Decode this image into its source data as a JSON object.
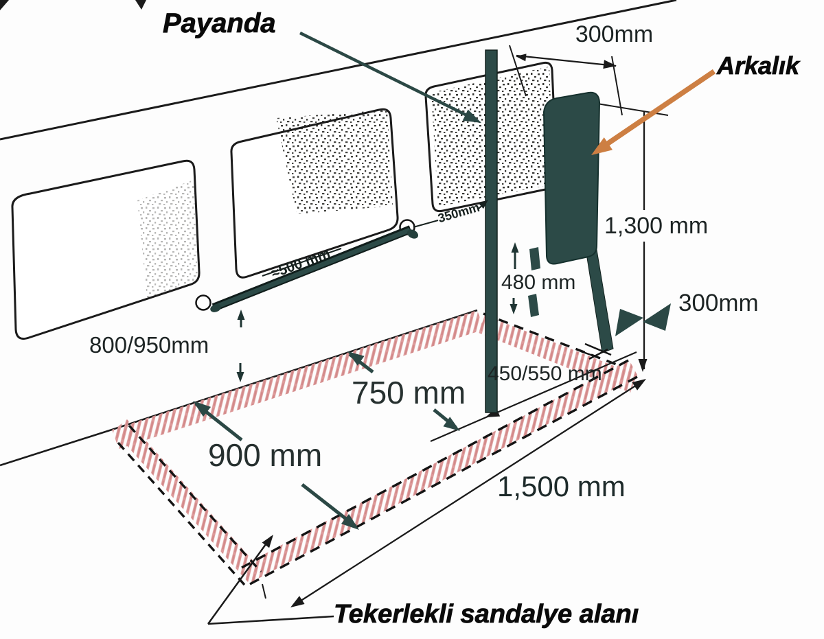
{
  "labels": {
    "payanda": "Payanda",
    "arkalik": "Arkalık",
    "wheelchair_area": "Tekerlekli sandalye alanı"
  },
  "dimensions": {
    "backrest_width_top": "300mm",
    "backrest_height": "1,300 mm",
    "seat_strut_height": "480 mm",
    "backrest_clearance": "300mm",
    "handrail_height": "800/950mm",
    "stanchion_to_wall": "750 mm",
    "stanchion_base_offset": "450/550 mm",
    "area_width": "900 mm",
    "area_length": "1,500 mm",
    "handrail_length": "≈500 mm",
    "handrail_to_stanchion": "350mm"
  },
  "colors": {
    "ink": "#1c1c1c",
    "teal": "#2c4a47",
    "orange": "#cd7f43",
    "hatch_pink": "#dd9a9a"
  }
}
